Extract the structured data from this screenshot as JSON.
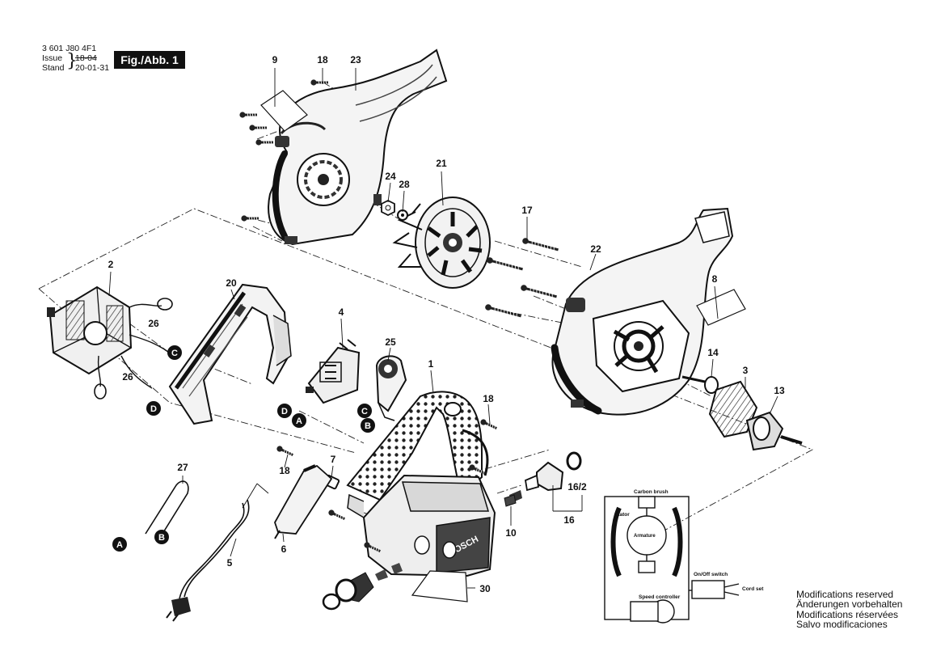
{
  "header": {
    "part_code": "3 601 J80 4F1",
    "issue_label": "Issue",
    "stand_label": "Stand",
    "issue_date": "18-04",
    "stand_date": "20-01-31",
    "figure_label": "Fig./Abb. 1"
  },
  "part_numbers": [
    "9",
    "18",
    "23",
    "24",
    "28",
    "21",
    "17",
    "22",
    "8",
    "2",
    "20",
    "26",
    "26",
    "4",
    "25",
    "14",
    "3",
    "13",
    "1",
    "18",
    "18",
    "27",
    "7",
    "16/2",
    "16",
    "10",
    "5",
    "6",
    "30"
  ],
  "connector_labels": [
    "C",
    "D",
    "D",
    "A",
    "C",
    "B",
    "A",
    "B"
  ],
  "wiring_diagram": {
    "stator": "Stator",
    "carbon_brush": "Carbon brush",
    "armature": "Armature",
    "onoff_switch": "On/Off switch",
    "cord_set": "Cord set",
    "speed_controller": "Speed controller"
  },
  "brand_text": "BOSCH",
  "notes": [
    "Modifications reserved",
    "Änderungen vorbehalten",
    "Modifications réservées",
    "Salvo modificaciones"
  ]
}
